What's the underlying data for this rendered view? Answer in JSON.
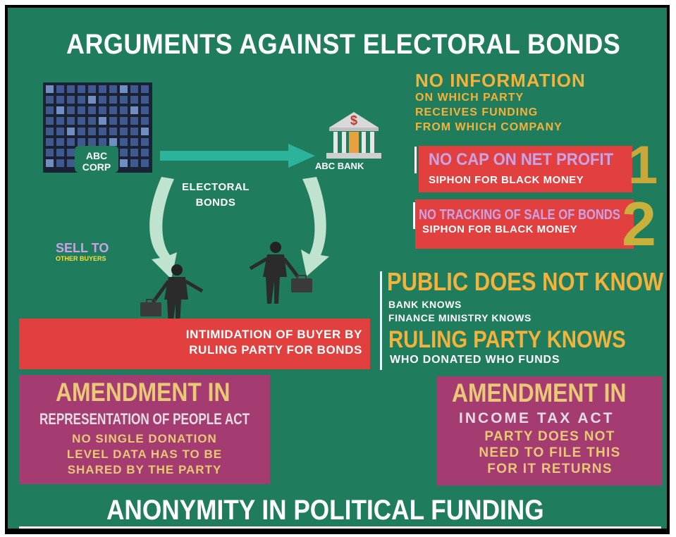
{
  "title": "ARGUMENTS AGAINST ELECTORAL BONDS",
  "corp_label_line1": "ABC",
  "corp_label_line2": "CORP",
  "bank_label": "ABC BANK",
  "bank_symbol": "$",
  "flow_label_line1": "ELECTORAL",
  "flow_label_line2": "BONDS",
  "sell_to": "SELL TO",
  "other_buyers": "OTHER BUYERS",
  "no_information": {
    "heading": "NO INFORMATION",
    "line1": "ON WHICH PARTY",
    "line2": "RECEIVES FUNDING",
    "line3": "FROM WHICH COMPANY"
  },
  "cap_box": {
    "heading": "NO CAP ON NET PROFIT",
    "sub": "SIPHON FOR BLACK MONEY",
    "number": "1"
  },
  "tracking_box": {
    "heading": "NO TRACKING OF SALE OF BONDS",
    "sub": "SIPHON FOR BLACK MONEY",
    "number": "2"
  },
  "public": {
    "heading": "PUBLIC DOES NOT KNOW",
    "line1": "BANK KNOWS",
    "line2": "FINANCE MINISTRY KNOWS",
    "heading2": "RULING PARTY KNOWS",
    "line3": "WHO DONATED WHO FUNDS"
  },
  "intimidation": {
    "line1": "INTIMIDATION OF BUYER BY",
    "line2": "RULING PARTY FOR BONDS"
  },
  "rpa_box": {
    "heading": "AMENDMENT IN",
    "act": "REPRESENTATION OF PEOPLE ACT",
    "line1": "NO SINGLE DONATION",
    "line2": "LEVEL DATA HAS TO BE",
    "line3": "SHARED BY THE PARTY"
  },
  "ita_box": {
    "heading": "AMENDMENT IN",
    "act": "INCOME TAX ACT",
    "line1": "PARTY DOES NOT",
    "line2": "NEED TO FILE THIS",
    "line3": "FOR IT RETURNS"
  },
  "footer": "ANONYMITY IN POLITICAL FUNDING",
  "colors": {
    "background": "#1f7d5d",
    "red": "#e2403f",
    "magenta": "#a53c71",
    "yellow": "#f4b23a",
    "gold": "#e9c877",
    "teal_arrow": "#2bb39b",
    "light_arrow": "#bfe3cf"
  },
  "icons": [
    "office-building-icon",
    "bank-icon",
    "businessman-icon"
  ]
}
